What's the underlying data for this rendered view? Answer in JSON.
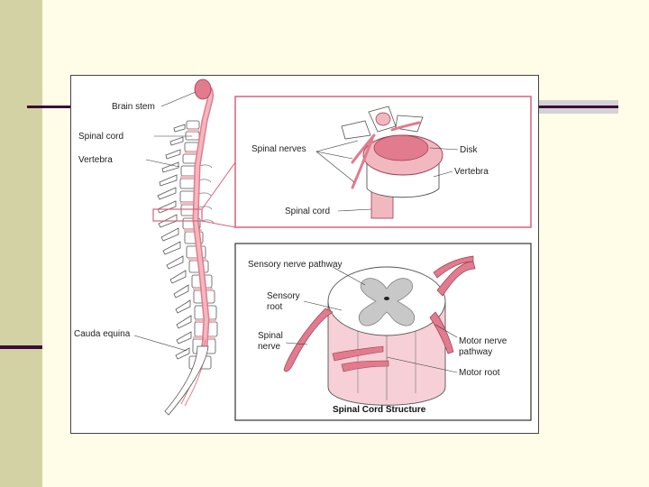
{
  "labels": {
    "brain_stem": "Brain stem",
    "spinal_cord": "Spinal cord",
    "vertebra": "Vertebra",
    "cauda_equina": "Cauda equina",
    "spinal_nerves": "Spinal nerves",
    "disk": "Disk",
    "vertebra_inset": "Vertebra",
    "spinal_cord_inset": "Spinal cord",
    "sensory_nerve_pathway": "Sensory nerve pathway",
    "sensory_root_line1": "Sensory",
    "sensory_root_line2": "root",
    "spinal_nerve_line1": "Spinal",
    "spinal_nerve_line2": "nerve",
    "motor_nerve_pathway_line1": "Motor nerve",
    "motor_nerve_pathway_line2": "pathway",
    "motor_root": "Motor root"
  },
  "caption": "Spinal Cord Structure",
  "colors": {
    "background": "#fffde8",
    "sidebar": "#d3d2a4",
    "accent_line": "#3a0c3a",
    "inset_border_pink": "#d9607a",
    "cord_pink": "#f2b8c0",
    "nerve_pink": "#e27b8e",
    "grey_matter": "#c8c8c8"
  }
}
